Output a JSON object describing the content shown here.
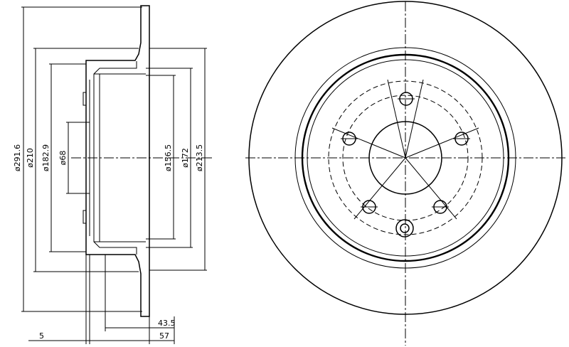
{
  "section_dims": {
    "d1": "ø291.6",
    "d2": "ø210",
    "d3": "ø182.9",
    "d4": "ø68",
    "d5": "ø156.5",
    "d6": "ø172",
    "d7": "ø213.5"
  },
  "width_dims": {
    "w1": "43.5",
    "w2": "57",
    "w3": "5"
  }
}
